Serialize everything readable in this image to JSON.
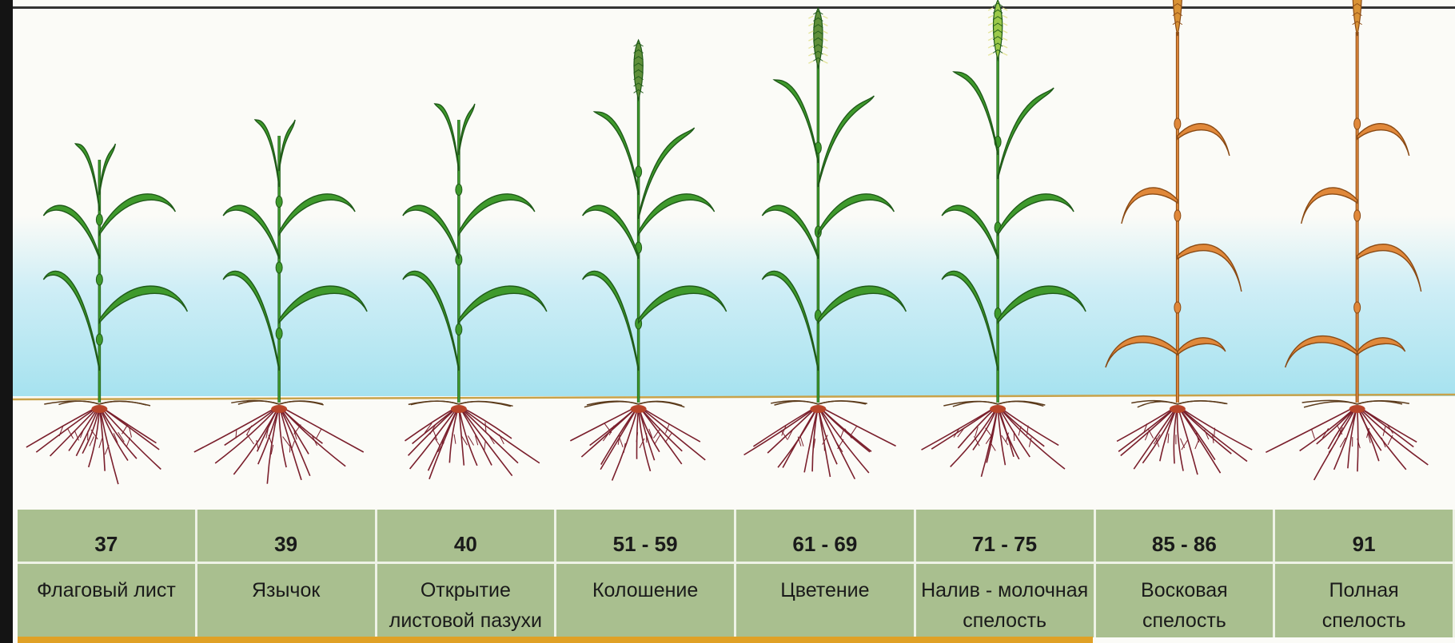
{
  "stages": [
    {
      "code": "37",
      "label": "Флаговый лист",
      "phase": "green",
      "ear": "none"
    },
    {
      "code": "39",
      "label": "Язычок",
      "phase": "green",
      "ear": "none"
    },
    {
      "code": "40",
      "label": "Открытие\nлистовой пазухи",
      "phase": "green",
      "ear": "none"
    },
    {
      "code": "51 - 59",
      "label": "Колошение",
      "phase": "green",
      "ear": "emerging"
    },
    {
      "code": "61 - 69",
      "label": "Цветение",
      "phase": "green",
      "ear": "flowering"
    },
    {
      "code": "71 - 75",
      "label": "Налив - молочная\nспелость",
      "phase": "green",
      "ear": "milky"
    },
    {
      "code": "85 - 86",
      "label": "Восковая\nспелость",
      "phase": "ripe",
      "ear": "ripe"
    },
    {
      "code": "91",
      "label": "Полная\nспелость",
      "phase": "ripe",
      "ear": "ripe"
    }
  ],
  "colors": {
    "leaf_green": "#3f9a2c",
    "leaf_dark": "#1f5a18",
    "leaf_ripe": "#e0883a",
    "leaf_ripe_dark": "#8a4a14",
    "root": "#7a1f2c",
    "soil": "#c8a24a",
    "sky": "#a6e2ef",
    "table_bg": "#a9bf8f",
    "accent_bar": "#e0a126"
  }
}
